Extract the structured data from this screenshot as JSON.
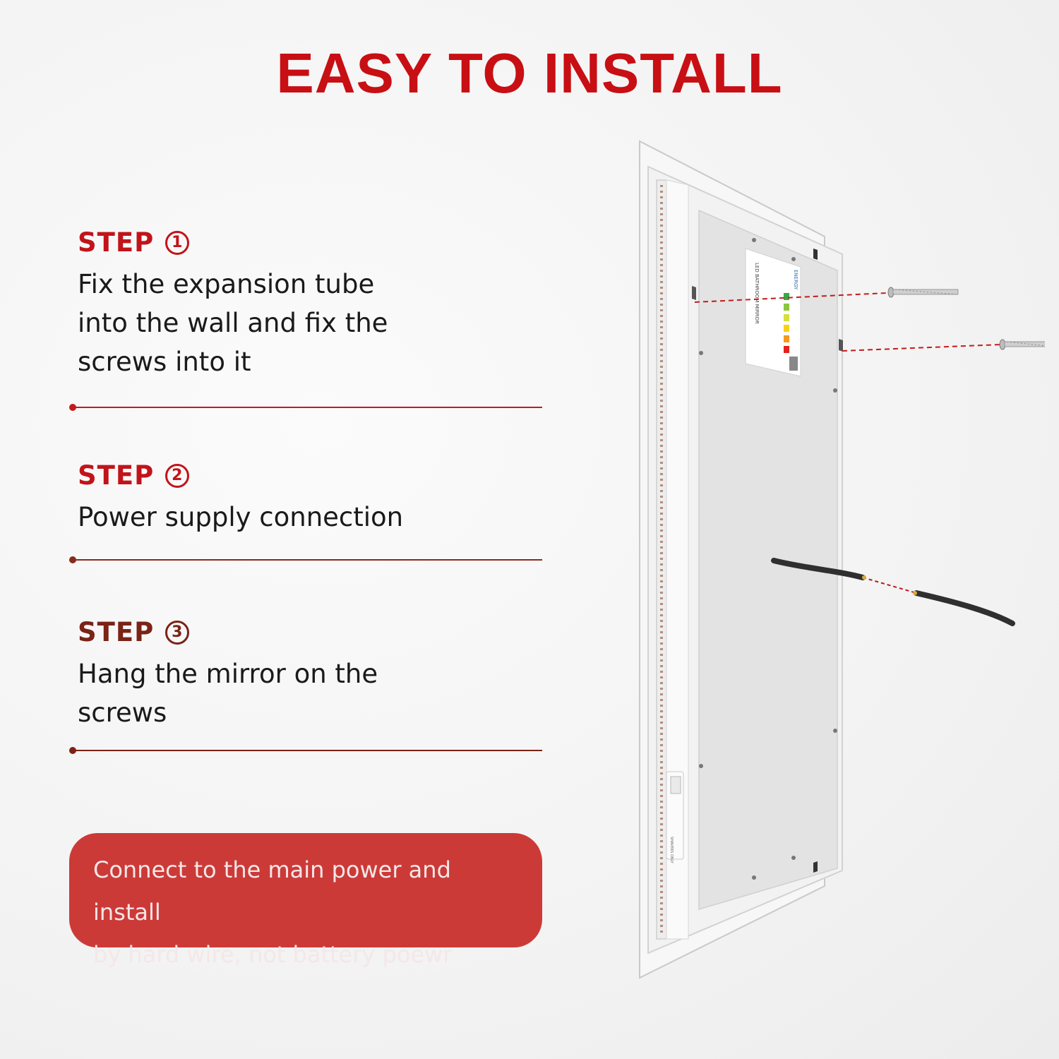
{
  "title": "EASY TO INSTALL",
  "steps": [
    {
      "label": "STEP",
      "number": "1",
      "text": "Fix the expansion tube\ninto the wall and fix the\nscrews into it",
      "color": "#c1141a"
    },
    {
      "label": "STEP",
      "number": "2",
      "text": "Power supply connection",
      "color": "#c1141a"
    },
    {
      "label": "STEP",
      "number": "3",
      "text": "Hang the mirror on the\nscrews",
      "color": "#7a2316"
    }
  ],
  "notice": "Connect to the main power and install\nby hard wire, not battery poewr",
  "colors": {
    "accent": "#c80f14",
    "divider_red": "#c41a1d",
    "divider_brown": "#7a2316",
    "notice_bg": "#cc3a38"
  },
  "illustration": {
    "label_title": "LED BATHROOM MIRROR",
    "brand_mark": "ENERGY",
    "socket_text": "SHAVERS ONLY"
  }
}
